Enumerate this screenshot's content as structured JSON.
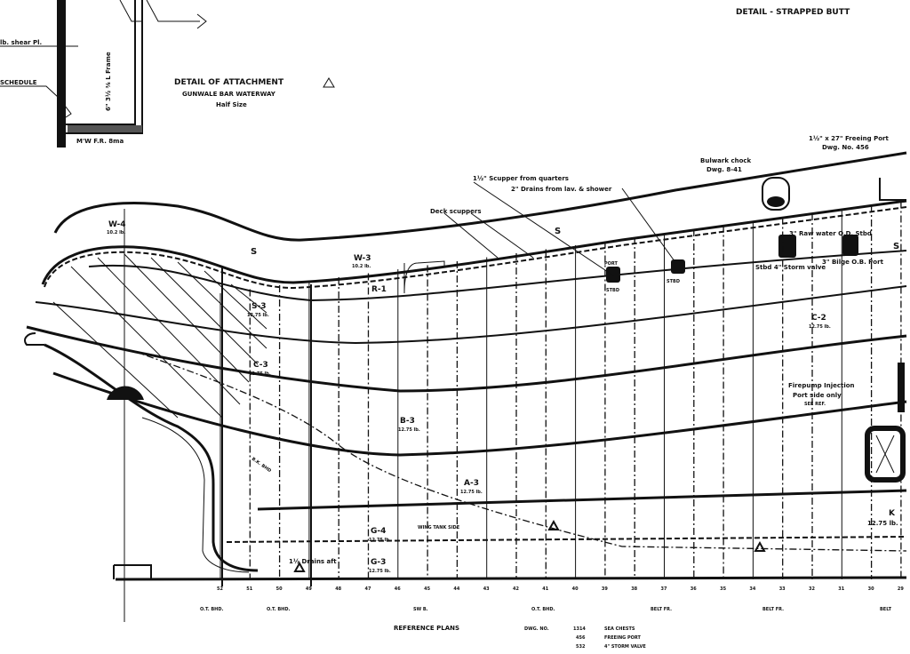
{
  "header": {
    "title": "DETAIL - STRAPPED BUTT"
  },
  "attachment_detail": {
    "title": "DETAIL OF ATTACHMENT",
    "subtitle": "GUNWALE BAR WATERWAY",
    "scale": "Half Size",
    "label_shear": "lb. shear Pl.",
    "label_schedule": "SCHEDULE",
    "label_frame": "6\" 3½ ⅜ L Frame",
    "label_mw": "M'W F.R. 8ma"
  },
  "callouts": {
    "freeing_port": "1½\" x 27\" Freeing Port",
    "freeing_port_dwg": "Dwg. No. 456",
    "bulwark_chock": "Bulwark chock",
    "bulwark_dwg": "Dwg. 8-41",
    "scupper": "1½\" Scupper from quarters",
    "drains": "2\" Drains from lav. & shower",
    "deck_scuppers": "Deck scuppers",
    "raw_water": "3\" Raw water O.D. Stbd",
    "bilge": "3\" Bilge O.B. Port",
    "storm_valve": "Stbd 4\" Storm valve",
    "port": "PORT",
    "stbd": "STBD",
    "stbd2": "STBD",
    "firepump": "Firepump Injection",
    "port_side": "Port side only",
    "see_ref": "SEE REF.",
    "drains_aft": "1½ Drains aft",
    "wing_tank": "WING TANK SIDE",
    "bk_bhd": "B.K. BHD",
    "s_mark": "S",
    "s_mark2": "S",
    "s_mark3": "S"
  },
  "strakes": [
    {
      "id": "W-4",
      "weight": "10.2 lb."
    },
    {
      "id": "W-3",
      "weight": "10.2 lb."
    },
    {
      "id": "R-1",
      "weight": ""
    },
    {
      "id": "S-3",
      "weight": "12.75 lb."
    },
    {
      "id": "C-3",
      "weight": "12.75 lb."
    },
    {
      "id": "B-3",
      "weight": "12.75 lb."
    },
    {
      "id": "A-3",
      "weight": "12.75 lb."
    },
    {
      "id": "G-4",
      "weight": "12.75 lb."
    },
    {
      "id": "G-3",
      "weight": "12.75 lb."
    },
    {
      "id": "C-2",
      "weight": "12.75 lb."
    },
    {
      "id": "K",
      "weight": "12.75 lb."
    }
  ],
  "frames": [
    "52",
    "51",
    "50",
    "49",
    "48",
    "47",
    "46",
    "45",
    "44",
    "43",
    "42",
    "41",
    "40",
    "39",
    "38",
    "37",
    "36",
    "35",
    "34",
    "33",
    "32",
    "31",
    "30",
    "29"
  ],
  "bulkheads": [
    "O.T. BHD.",
    "O.T. BHD.",
    "SW B.",
    "O.T. BHD.",
    "BELT FR.",
    "BELT FR.",
    "BELT"
  ],
  "reference_plans": {
    "title": "REFERENCE PLANS",
    "dwg_label": "DWG. NO.",
    "rows": [
      {
        "no": "1314",
        "desc": "SEA CHESTS"
      },
      {
        "no": "456",
        "desc": "FREEING PORT"
      },
      {
        "no": "532",
        "desc": "4\" STORM VALVE"
      }
    ]
  }
}
